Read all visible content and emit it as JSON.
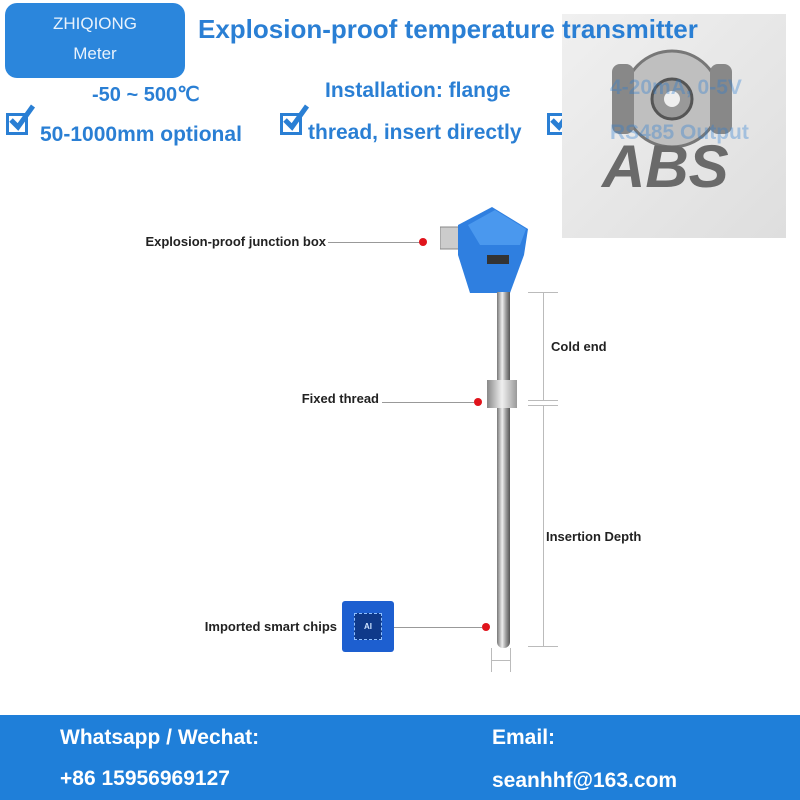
{
  "logo": {
    "line1": "ZHIQIONG",
    "line2": "Meter"
  },
  "title": "Explosion-proof temperature transmitter",
  "features": [
    {
      "line1": "-50 ~ 500℃",
      "line2": "50-1000mm optional"
    },
    {
      "line1": "Installation: flange",
      "line2": "thread, insert directly"
    },
    {
      "line1": "4-20mA, 0-5V",
      "line2": "RS485 Output"
    }
  ],
  "overlay_logo": {
    "text": "ABS"
  },
  "callouts": {
    "junction_box": "Explosion-proof junction box",
    "fixed_thread": "Fixed thread",
    "smart_chips": "Imported smart chips",
    "chip_text": "AI",
    "cold_end": "Cold end",
    "insertion_depth": "Insertion Depth"
  },
  "contact": {
    "whatsapp_label": "Whatsapp / Wechat:",
    "phone": "+86 15956969127",
    "email_label": "Email:",
    "email": "seanhhf@163.com"
  },
  "colors": {
    "brand_blue": "#2a7fd4",
    "footer_blue": "#1f7fd9",
    "marker_red": "#e0141c",
    "housing_blue": "#2f7fe0"
  }
}
